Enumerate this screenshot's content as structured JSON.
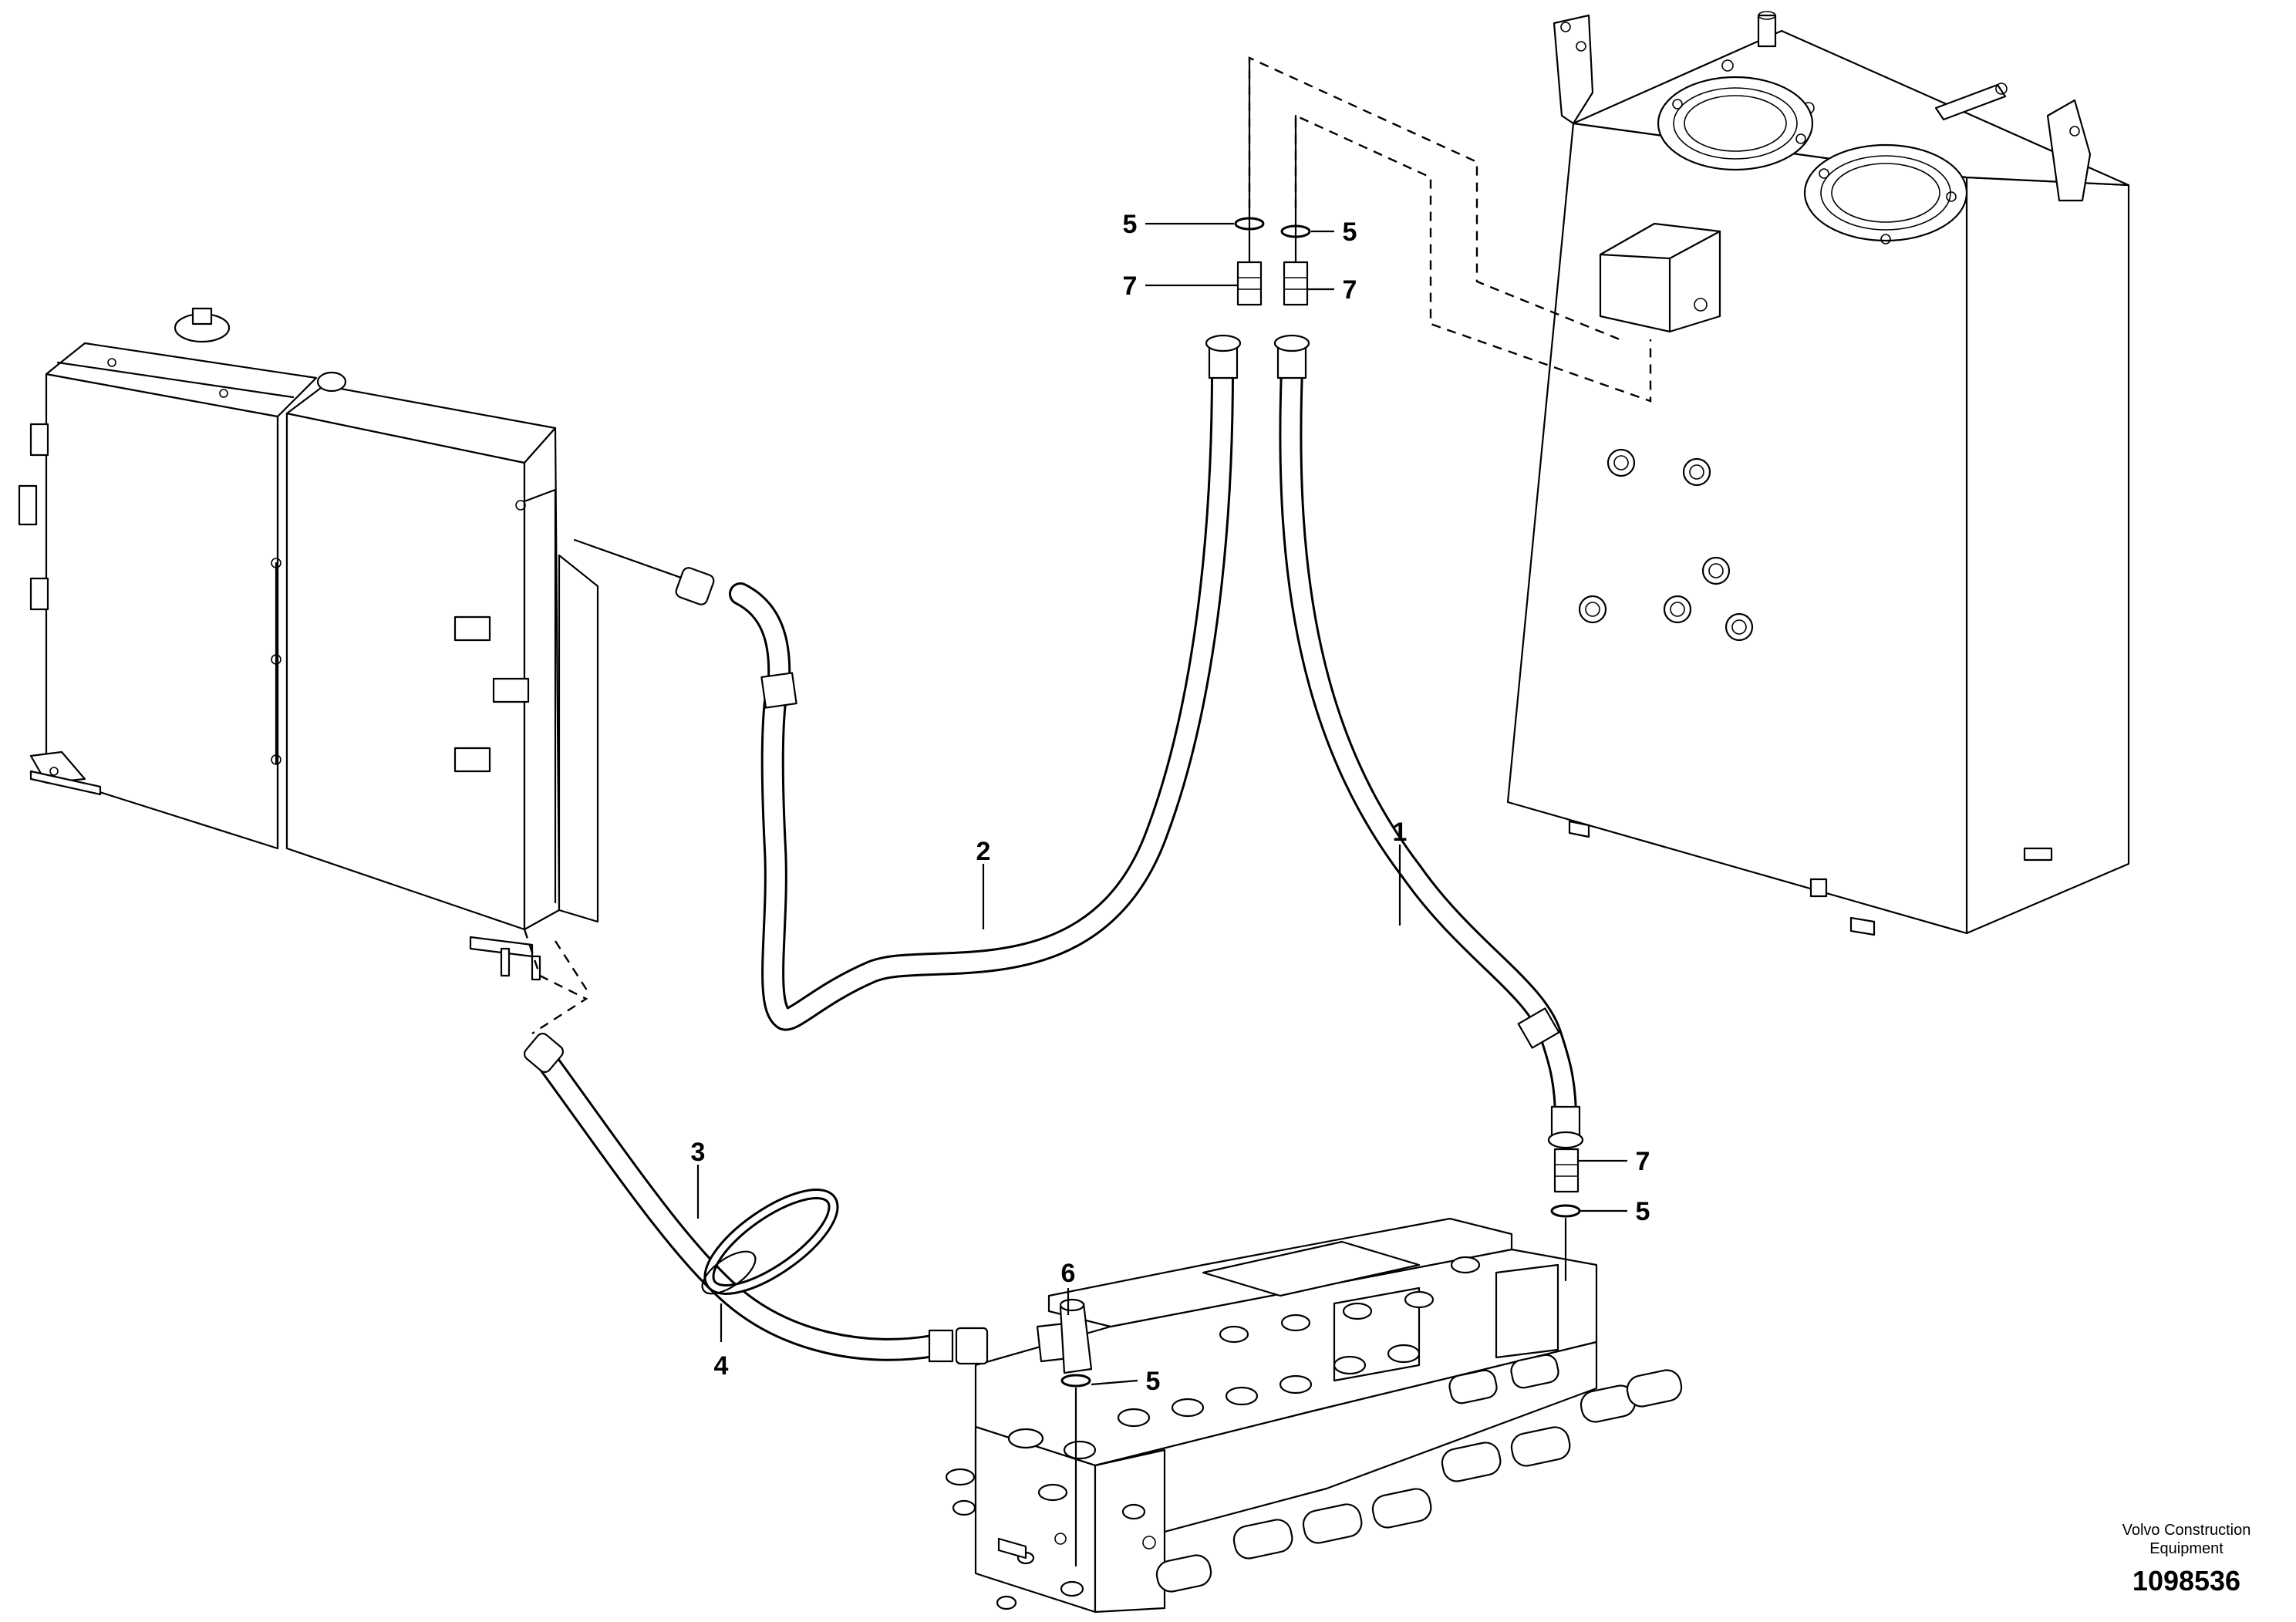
{
  "callouts": {
    "c1": "1",
    "c2": "2",
    "c3": "3",
    "c4": "4",
    "c5a": "5",
    "c5b": "5",
    "c5c": "5",
    "c5d": "5",
    "c6": "6",
    "c7a": "7",
    "c7b": "7",
    "c7c": "7"
  },
  "footer": {
    "brand_line1": "Volvo Construction",
    "brand_line2": "Equipment",
    "document_number": "1098536"
  }
}
